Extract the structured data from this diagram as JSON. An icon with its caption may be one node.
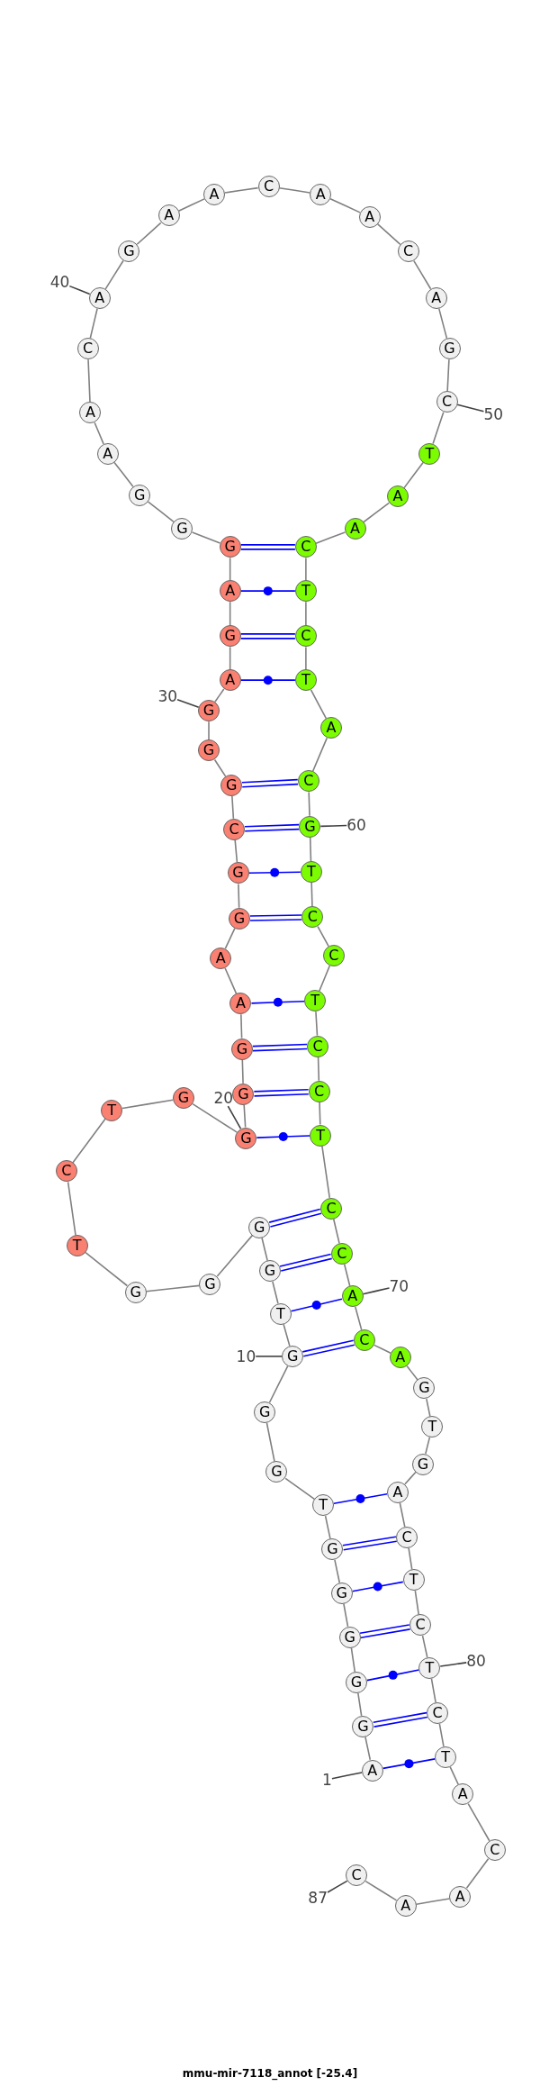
{
  "diagram": {
    "caption": "mmu-mir-7118_annot [-25.4]",
    "nodes": [
      {
        "text": [
          "A"
        ]
      },
      {
        "text": [
          "G"
        ]
      },
      {
        "text": [
          "G"
        ]
      },
      {
        "text": [
          "G"
        ]
      },
      {
        "text": [
          "G"
        ]
      },
      {
        "text": [
          "G"
        ]
      },
      {
        "text": [
          "T"
        ]
      },
      {
        "text": [
          "G"
        ]
      },
      {
        "text": [
          "G"
        ]
      },
      {
        "text": [
          "G"
        ]
      },
      {
        "text": [
          "T"
        ]
      },
      {
        "text": [
          "G"
        ]
      },
      {
        "text": [
          "G"
        ]
      },
      {
        "text": [
          "G"
        ]
      },
      {
        "text": [
          "G"
        ]
      },
      {
        "text": [
          "T"
        ]
      },
      {
        "text": [
          "C"
        ]
      },
      {
        "text": [
          "T"
        ]
      },
      {
        "text": [
          "G"
        ]
      },
      {
        "text": [
          "G"
        ]
      },
      {
        "text": [
          "G"
        ]
      },
      {
        "text": [
          "G"
        ]
      },
      {
        "text": [
          "A"
        ]
      },
      {
        "text": [
          "A"
        ]
      },
      {
        "text": [
          "G"
        ]
      },
      {
        "text": [
          "G"
        ]
      },
      {
        "text": [
          "C"
        ]
      },
      {
        "text": [
          "G"
        ]
      },
      {
        "text": [
          "G"
        ]
      },
      {
        "text": [
          "G"
        ]
      },
      {
        "text": [
          "A"
        ]
      },
      {
        "text": [
          "G"
        ]
      },
      {
        "text": [
          "A"
        ]
      },
      {
        "text": [
          "G"
        ]
      },
      {
        "text": [
          "G"
        ]
      },
      {
        "text": [
          "G"
        ]
      },
      {
        "text": [
          "A"
        ]
      },
      {
        "text": [
          "A"
        ]
      },
      {
        "text": [
          "C"
        ]
      },
      {
        "text": [
          "A"
        ]
      },
      {
        "text": [
          "G"
        ]
      },
      {
        "text": [
          "A"
        ]
      },
      {
        "text": [
          "A"
        ]
      },
      {
        "text": [
          "C"
        ]
      },
      {
        "text": [
          "A"
        ]
      },
      {
        "text": [
          "A"
        ]
      },
      {
        "text": [
          "C"
        ]
      },
      {
        "text": [
          "A"
        ]
      },
      {
        "text": [
          "G"
        ]
      },
      {
        "text": [
          "C"
        ]
      },
      {
        "text": [
          "T"
        ]
      },
      {
        "text": [
          "A"
        ]
      },
      {
        "text": [
          "A"
        ]
      },
      {
        "text": [
          "C"
        ]
      },
      {
        "text": [
          "T"
        ]
      },
      {
        "text": [
          "C"
        ]
      },
      {
        "text": [
          "T"
        ]
      },
      {
        "text": [
          "A"
        ]
      },
      {
        "text": [
          "C"
        ]
      },
      {
        "text": [
          "G"
        ]
      },
      {
        "text": [
          "T"
        ]
      },
      {
        "text": [
          "C"
        ]
      },
      {
        "text": [
          "C"
        ]
      },
      {
        "text": [
          "T"
        ]
      },
      {
        "text": [
          "C"
        ]
      },
      {
        "text": [
          "C"
        ]
      },
      {
        "text": [
          "T"
        ]
      },
      {
        "text": [
          "C"
        ]
      },
      {
        "text": [
          "C"
        ]
      },
      {
        "text": [
          "A"
        ]
      },
      {
        "text": [
          "C"
        ]
      },
      {
        "text": [
          "A"
        ]
      },
      {
        "text": [
          "G"
        ]
      },
      {
        "text": [
          "T"
        ]
      },
      {
        "text": [
          "G"
        ]
      },
      {
        "text": [
          "A"
        ]
      },
      {
        "text": [
          "C"
        ]
      },
      {
        "text": [
          "T"
        ]
      },
      {
        "text": [
          "C"
        ]
      },
      {
        "text": [
          "T"
        ]
      },
      {
        "text": [
          "C"
        ]
      },
      {
        "text": [
          "T"
        ]
      },
      {
        "text": [
          "A"
        ]
      },
      {
        "text": [
          "C"
        ]
      },
      {
        "text": [
          "A"
        ]
      },
      {
        "text": [
          "A"
        ]
      },
      {
        "text": [
          "C"
        ]
      },
      {
        "text": [
          "1"
        ]
      },
      {
        "text": [
          "10"
        ]
      },
      {
        "text": [
          "20"
        ]
      },
      {
        "text": [
          "30"
        ]
      },
      {
        "text": [
          "40"
        ]
      },
      {
        "text": [
          "50"
        ]
      },
      {
        "text": [
          "60"
        ]
      },
      {
        "text": [
          "70"
        ]
      },
      {
        "text": [
          "80"
        ]
      },
      {
        "text": [
          "87"
        ]
      }
    ],
    "edges": [
      {
        "from": 0,
        "to": 1,
        "arrow": "none"
      },
      {
        "from": 1,
        "to": 2,
        "arrow": "none"
      },
      {
        "from": 2,
        "to": 3,
        "arrow": "none"
      },
      {
        "from": 3,
        "to": 4,
        "arrow": "none"
      },
      {
        "from": 4,
        "to": 5,
        "arrow": "none"
      },
      {
        "from": 5,
        "to": 6,
        "arrow": "none"
      },
      {
        "from": 6,
        "to": 7,
        "arrow": "none"
      },
      {
        "from": 7,
        "to": 8,
        "arrow": "none"
      },
      {
        "from": 8,
        "to": 9,
        "arrow": "none"
      },
      {
        "from": 9,
        "to": 10,
        "arrow": "none"
      },
      {
        "from": 10,
        "to": 11,
        "arrow": "none"
      },
      {
        "from": 11,
        "to": 12,
        "arrow": "none"
      },
      {
        "from": 12,
        "to": 13,
        "arrow": "none"
      },
      {
        "from": 13,
        "to": 14,
        "arrow": "none"
      },
      {
        "from": 14,
        "to": 15,
        "arrow": "none"
      },
      {
        "from": 15,
        "to": 16,
        "arrow": "none"
      },
      {
        "from": 16,
        "to": 17,
        "arrow": "none"
      },
      {
        "from": 17,
        "to": 18,
        "arrow": "none"
      },
      {
        "from": 18,
        "to": 19,
        "arrow": "none"
      },
      {
        "from": 19,
        "to": 20,
        "arrow": "none"
      },
      {
        "from": 20,
        "to": 21,
        "arrow": "none"
      },
      {
        "from": 21,
        "to": 22,
        "arrow": "none"
      },
      {
        "from": 22,
        "to": 23,
        "arrow": "none"
      },
      {
        "from": 23,
        "to": 24,
        "arrow": "none"
      },
      {
        "from": 24,
        "to": 25,
        "arrow": "none"
      },
      {
        "from": 25,
        "to": 26,
        "arrow": "none"
      },
      {
        "from": 26,
        "to": 27,
        "arrow": "none"
      },
      {
        "from": 27,
        "to": 28,
        "arrow": "none"
      },
      {
        "from": 28,
        "to": 29,
        "arrow": "none"
      },
      {
        "from": 29,
        "to": 30,
        "arrow": "none"
      },
      {
        "from": 30,
        "to": 31,
        "arrow": "none"
      },
      {
        "from": 31,
        "to": 32,
        "arrow": "none"
      },
      {
        "from": 32,
        "to": 33,
        "arrow": "none"
      },
      {
        "from": 33,
        "to": 34,
        "arrow": "none"
      },
      {
        "from": 34,
        "to": 35,
        "arrow": "none"
      },
      {
        "from": 35,
        "to": 36,
        "arrow": "none"
      },
      {
        "from": 36,
        "to": 37,
        "arrow": "none"
      },
      {
        "from": 37,
        "to": 38,
        "arrow": "none"
      },
      {
        "from": 38,
        "to": 39,
        "arrow": "none"
      },
      {
        "from": 39,
        "to": 40,
        "arrow": "none"
      },
      {
        "from": 40,
        "to": 41,
        "arrow": "none"
      },
      {
        "from": 41,
        "to": 42,
        "arrow": "none"
      },
      {
        "from": 42,
        "to": 43,
        "arrow": "none"
      },
      {
        "from": 43,
        "to": 44,
        "arrow": "none"
      },
      {
        "from": 44,
        "to": 45,
        "arrow": "none"
      },
      {
        "from": 45,
        "to": 46,
        "arrow": "none"
      },
      {
        "from": 46,
        "to": 47,
        "arrow": "none"
      },
      {
        "from": 47,
        "to": 48,
        "arrow": "none"
      },
      {
        "from": 48,
        "to": 49,
        "arrow": "none"
      },
      {
        "from": 49,
        "to": 50,
        "arrow": "none"
      },
      {
        "from": 50,
        "to": 51,
        "arrow": "none"
      },
      {
        "from": 51,
        "to": 52,
        "arrow": "none"
      },
      {
        "from": 52,
        "to": 53,
        "arrow": "none"
      },
      {
        "from": 53,
        "to": 54,
        "arrow": "none"
      },
      {
        "from": 54,
        "to": 55,
        "arrow": "none"
      },
      {
        "from": 55,
        "to": 56,
        "arrow": "none"
      },
      {
        "from": 56,
        "to": 57,
        "arrow": "none"
      },
      {
        "from": 57,
        "to": 58,
        "arrow": "none"
      },
      {
        "from": 58,
        "to": 59,
        "arrow": "none"
      },
      {
        "from": 59,
        "to": 60,
        "arrow": "none"
      },
      {
        "from": 60,
        "to": 61,
        "arrow": "none"
      },
      {
        "from": 61,
        "to": 62,
        "arrow": "none"
      },
      {
        "from": 62,
        "to": 63,
        "arrow": "none"
      },
      {
        "from": 63,
        "to": 64,
        "arrow": "none"
      },
      {
        "from": 64,
        "to": 65,
        "arrow": "none"
      },
      {
        "from": 65,
        "to": 66,
        "arrow": "none"
      },
      {
        "from": 66,
        "to": 67,
        "arrow": "none"
      },
      {
        "from": 67,
        "to": 68,
        "arrow": "none"
      },
      {
        "from": 68,
        "to": 69,
        "arrow": "none"
      },
      {
        "from": 69,
        "to": 70,
        "arrow": "none"
      },
      {
        "from": 70,
        "to": 71,
        "arrow": "none"
      },
      {
        "from": 71,
        "to": 72,
        "arrow": "none"
      },
      {
        "from": 72,
        "to": 73,
        "arrow": "none"
      },
      {
        "from": 73,
        "to": 74,
        "arrow": "none"
      },
      {
        "from": 74,
        "to": 75,
        "arrow": "none"
      },
      {
        "from": 75,
        "to": 76,
        "arrow": "none"
      },
      {
        "from": 76,
        "to": 77,
        "arrow": "none"
      },
      {
        "from": 77,
        "to": 78,
        "arrow": "none"
      },
      {
        "from": 78,
        "to": 79,
        "arrow": "none"
      },
      {
        "from": 79,
        "to": 80,
        "arrow": "none"
      },
      {
        "from": 80,
        "to": 81,
        "arrow": "none"
      },
      {
        "from": 81,
        "to": 82,
        "arrow": "none"
      },
      {
        "from": 82,
        "to": 83,
        "arrow": "none"
      },
      {
        "from": 83,
        "to": 84,
        "arrow": "none"
      },
      {
        "from": 84,
        "to": 85,
        "arrow": "none"
      },
      {
        "from": 85,
        "to": 86,
        "arrow": "none"
      },
      {
        "from": 0,
        "to": 81,
        "arrow": "none",
        "color": "#0000ff"
      },
      {
        "from": 1,
        "to": 80,
        "arrow": "none",
        "color": "#0000ff"
      },
      {
        "from": 2,
        "to": 79,
        "arrow": "none",
        "color": "#0000ff"
      },
      {
        "from": 3,
        "to": 78,
        "arrow": "none",
        "color": "#0000ff"
      },
      {
        "from": 4,
        "to": 77,
        "arrow": "none",
        "color": "#0000ff"
      },
      {
        "from": 5,
        "to": 76,
        "arrow": "none",
        "color": "#0000ff"
      },
      {
        "from": 6,
        "to": 75,
        "arrow": "none",
        "color": "#0000ff"
      },
      {
        "from": 9,
        "to": 70,
        "arrow": "none",
        "color": "#0000ff"
      },
      {
        "from": 10,
        "to": 69,
        "arrow": "none",
        "color": "#0000ff"
      },
      {
        "from": 11,
        "to": 68,
        "arrow": "none",
        "color": "#0000ff"
      },
      {
        "from": 12,
        "to": 67,
        "arrow": "none",
        "color": "#0000ff"
      },
      {
        "from": 19,
        "to": 66,
        "arrow": "none",
        "color": "#0000ff"
      },
      {
        "from": 20,
        "to": 65,
        "arrow": "none",
        "color": "#0000ff"
      },
      {
        "from": 21,
        "to": 64,
        "arrow": "none",
        "color": "#0000ff"
      },
      {
        "from": 22,
        "to": 63,
        "arrow": "none",
        "color": "#0000ff"
      },
      {
        "from": 24,
        "to": 61,
        "arrow": "none",
        "color": "#0000ff"
      },
      {
        "from": 25,
        "to": 60,
        "arrow": "none",
        "color": "#0000ff"
      },
      {
        "from": 26,
        "to": 59,
        "arrow": "none",
        "color": "#0000ff"
      },
      {
        "from": 27,
        "to": 58,
        "arrow": "none",
        "color": "#0000ff"
      },
      {
        "from": 30,
        "to": 56,
        "arrow": "none",
        "color": "#0000ff"
      },
      {
        "from": 31,
        "to": 55,
        "arrow": "none",
        "color": "#0000ff"
      },
      {
        "from": 32,
        "to": 54,
        "arrow": "none",
        "color": "#0000ff"
      },
      {
        "from": 33,
        "to": 53,
        "arrow": "none",
        "color": "#0000ff"
      },
      {
        "from": 87,
        "to": 0,
        "arrow": "none",
        "color": "#404040"
      },
      {
        "from": 88,
        "to": 9,
        "arrow": "none",
        "color": "#404040"
      },
      {
        "from": 89,
        "to": 19,
        "arrow": "none",
        "color": "#404040"
      },
      {
        "from": 90,
        "to": 29,
        "arrow": "none",
        "color": "#404040"
      },
      {
        "from": 91,
        "to": 39,
        "arrow": "none",
        "color": "#404040"
      },
      {
        "from": 92,
        "to": 49,
        "arrow": "none",
        "color": "#404040"
      },
      {
        "from": 93,
        "to": 59,
        "arrow": "none",
        "color": "#404040"
      },
      {
        "from": 94,
        "to": 69,
        "arrow": "none",
        "color": "#404040"
      },
      {
        "from": 95,
        "to": 79,
        "arrow": "none",
        "color": "#404040"
      },
      {
        "from": 96,
        "to": 86,
        "arrow": "none",
        "color": "#404040"
      }
    ]
  }
}
